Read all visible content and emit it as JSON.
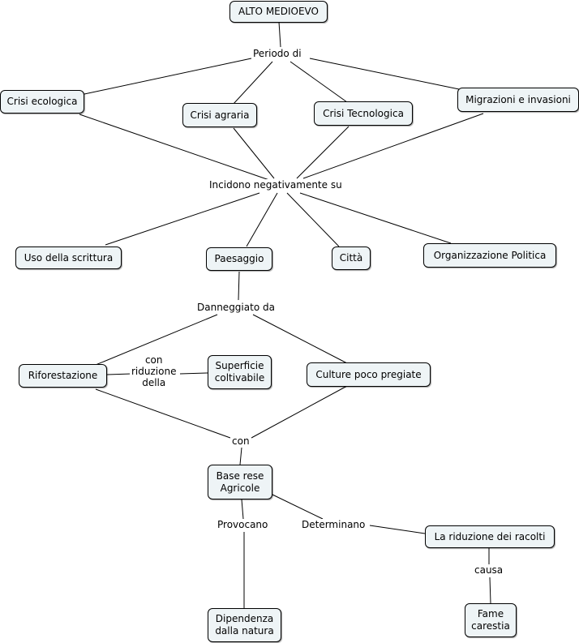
{
  "colors": {
    "node_fill": "#eef4f6",
    "node_border": "#000000",
    "line": "#000000"
  },
  "concepts": {
    "alto_medioevo": "ALTO MEDIOEVO",
    "crisi_ecologica": "Crisi ecologica",
    "crisi_agraria": "Crisi agraria",
    "crisi_tecnologica": "Crisi Tecnologica",
    "migrazioni": "Migrazioni e invasioni",
    "uso_scrittura": "Uso della scrittura",
    "paesaggio": "Paesaggio",
    "citta": "Città",
    "organizzazione_politica": "Organizzazione Politica",
    "riforestazione": "Riforestazione",
    "superficie": "Superficie\ncoltivabile",
    "culture": "Culture poco pregiate",
    "base_rese": "Base rese\nAgricole",
    "riduzione_raccolti": "La riduzione dei racolti",
    "dipendenza": "Dipendenza\ndalla natura",
    "fame": "Fame\ncarestia"
  },
  "linking_phrases": {
    "periodo_di": "Periodo di",
    "incidono": "Incidono negativamente su",
    "danneggiato_da": "Danneggiato da",
    "con_riduzione": "con\nriduzione\ndella",
    "con": "con",
    "provocano": "Provocano",
    "determinano": "Determinano",
    "causa": "causa"
  }
}
